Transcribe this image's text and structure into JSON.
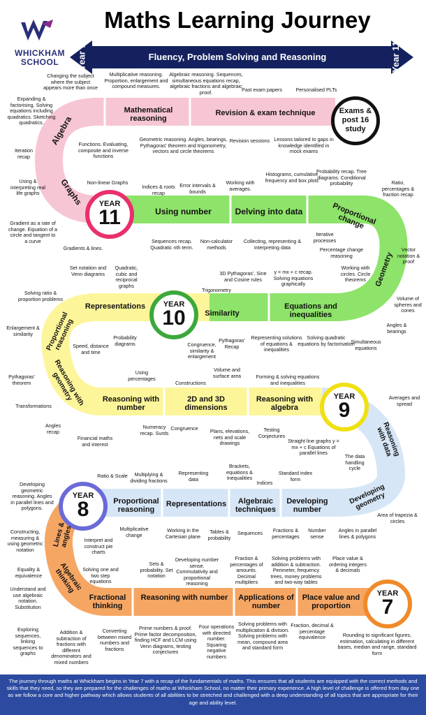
{
  "title": "Maths Learning Journey",
  "school": {
    "name_line1": "WHICKHAM",
    "name_line2": "SCHOOL"
  },
  "banner": {
    "left": "Year 7",
    "center": "Fluency, Problem Solving and Reasoning",
    "right": "Year 11"
  },
  "colors": {
    "pink": "#f7c6d4",
    "green": "#8ee36a",
    "yellow": "#fdf59a",
    "lightblue": "#d6e6f6",
    "orange": "#f6a663",
    "navy": "#14215e"
  },
  "years": {
    "y11": {
      "label": "YEAR",
      "num": "11"
    },
    "y10": {
      "label": "YEAR",
      "num": "10"
    },
    "y9": {
      "label": "YEAR",
      "num": "9"
    },
    "y8": {
      "label": "YEAR",
      "num": "8"
    },
    "y7": {
      "label": "YEAR",
      "num": "7"
    },
    "exams": "Exams & post 16 study"
  },
  "topics": {
    "algebra": "Algebra",
    "math_reasoning": "Mathematical reasoning",
    "revision": "Revision & exam technique",
    "graphs": "Graphs",
    "using_number": "Using number",
    "delving_data": "Delving into data",
    "proportional_change": "Proportional change",
    "geometry": "Geometry",
    "representations10": "Representations",
    "similarity": "Similarity",
    "equations_ineq": "Equations and inequalities",
    "prop_reasoning10": "Proportional reasoning",
    "reasoning_geometry": "Reasoning with geometry",
    "reasoning_number": "Reasoning with number",
    "dimensions": "2D and 3D dimensions",
    "reasoning_algebra": "Reasoning with algebra",
    "reasoning_data": "Reasoning with data",
    "developing_geometry": "Developing geometry",
    "prop_reasoning8": "Proportional reasoning",
    "representations8": "Representations",
    "algebraic_techniques": "Algebraic techniques",
    "developing_number": "Developing number",
    "lines_angles": "Lines & angles",
    "algebraic_thinking": "Algebraic thinking",
    "fractional_thinking": "Fractional thinking",
    "reasoning_number7": "Reasoning with number",
    "applications_number": "Applications of number",
    "place_value": "Place value and proportion"
  },
  "notes": {
    "n1": "Changing the subject where the subject appears more than once",
    "n2": "Multiplicative reasoning. Proportion, enlargement and compound measures.",
    "n3": "Algebraic reasoning. Sequences, simultaneous equations recap, algebraic fractions and algebraic proof.",
    "n4": "Past exam papers",
    "n5": "Personalised PLTs",
    "n6": "Expanding & factorising. Solving equations including quadratics. Sketching quadratics.",
    "n7": "Iteration recap",
    "n8": "Functions. Evaluating, composite and inverse functions",
    "n9": "Geometric reasoning. Angles, bearings, Pythagoras' theorem and trigonometry, vectors and circle theorems",
    "n10": "Revision sessions",
    "n11": "Lessons tailored to gaps in knowledge identified in mock exams",
    "n12": "Using & interpreting real life graphs",
    "n13": "Non-linear Graphs",
    "n14": "Indices & roots recap",
    "n15": "Error intervals & bounds",
    "n16": "Working with averages.",
    "n17": "Histograms, cumulative frequency and box plots",
    "n18": "Probability recap. Tree diagrams. Conditional probability",
    "n19": "Ratio, percentages & fraction recap",
    "n20": "Gradient as a rate of change. Equation of a circle and tangent to a curve",
    "n21": "Gradients & lines.",
    "n22": "Sequences recap. Quadratic nth term.",
    "n23": "Non-calculator methods",
    "n24": "Collecting, representing & interpreting data",
    "n25": "Iterative processes",
    "n26": "Percentage change reasoning",
    "n27": "Vector notation & proof",
    "n28": "Set notation and Venn diagrams",
    "n29": "Quadratic, cubic and reciprocal graphs",
    "n30": "Trigonometry",
    "n31": "3D Pythagoras', Sine and Cosine rules",
    "n32": "y = mx + c recap. Solving equations graphically",
    "n33": "Working with circles. Circle theorems",
    "n34": "Solving ratio & proportion problems",
    "n35": "Enlargement & similarity",
    "n36": "Probability diagrams",
    "n37": "Speed, distance and time",
    "n38": "Congruence, similarity & enlargement",
    "n39": "Pythagoras' Recap",
    "n40": "Representing solutions of equations & inequalities",
    "n41": "Solving quadratic equations by factorisation",
    "n42": "Simultaneous equations",
    "n43": "Volume of spheres and cones",
    "n44": "Angles & bearings",
    "n45": "Pythagoras' theorem",
    "n46": "Using percentages",
    "n47": "Volume and surface area",
    "n48": "Constructions",
    "n49": "Forming & solving equations and inequalities",
    "n50": "Averages and spread",
    "n51": "Transformations",
    "n52": "Angles recap",
    "n53": "Financial maths and interest",
    "n54": "Numeracy recap. Surds",
    "n55": "Congruence",
    "n56": "Plans, elevations, nets and scale drawings",
    "n57": "Testing Conjectures",
    "n58": "Straight line graphs y = mx + c Equations of parallel lines",
    "n59": "The data handling cycle",
    "n60": "Ratio & Scale",
    "n61": "Multiplying & dividing fractions",
    "n62": "Representing data",
    "n63": "Brackets, equations & Inequalities",
    "n64": "Indices",
    "n65": "Standard index form",
    "n66": "Developing geometric reasoning. Angles in parallel lines and polygons.",
    "n67": "Multiplicative change",
    "n68": "Working in the Cartesian plane",
    "n69": "Tables & probability",
    "n70": "Sequences",
    "n71": "Fractions & percentages",
    "n72": "Number sense",
    "n73": "Angles in parallel lines & polygons",
    "n74": "Area of trapezia & circles",
    "n75": "Constructing, measuring & using geometric notation",
    "n76": "Interpret and construct pie charts",
    "n77": "Equality & equivalence",
    "n78": "Solving one and two step equations",
    "n79": "Sets & probability. Set notation",
    "n80": "Developing number sense. Commutativity and proportional reasoning",
    "n81": "Fraction & percentages of amounts. Decimal multipliers",
    "n82": "Solving problems with addition & subtraction. Perimeter, frequency trees, money problems and two-way tables",
    "n83": "Place value & ordering integers & decimals",
    "n84": "Understand and use algebraic notation. Substitution",
    "n85": "Exploring sequences, linking sequences to graphs",
    "n86": "Addition & subtraction of fractions with different denominators and mixed numbers",
    "n87": "Converting between mixed numbers and fractions",
    "n88": "Prime numbers & proof. Prime factor decomposition, finding HCF and LCM using Venn diagrams, testing conjectures",
    "n89": "Four operations with directed number. Squaring negative numbers",
    "n90": "Solving problems with multiplication & division. Solving problems with mean, compound area and standard form",
    "n91": "Fraction, decimal & percentage equivalence",
    "n92": "Rounding to significant figures, estimation, calculating in different bases, median and range, standard form"
  },
  "footer": "The journey through maths at Whickham begins in Year 7 with a recap of the fundamentals of maths. This ensures that all students are equipped with the correct methods and skills that they need, so they are prepared for the challenges of maths at Whickham School, no matter their primary experience. A high level of challenge is offered from day one as we follow a core and higher pathway which allows students of all abilities to be stretched and challenged with a deep understanding of all topics that are appropriate for their age and ability level."
}
